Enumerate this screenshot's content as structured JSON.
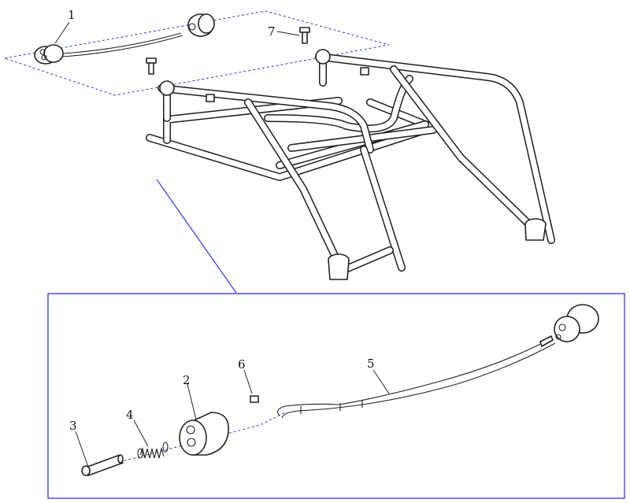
{
  "diagram": {
    "callouts": [
      {
        "id": "1",
        "text": "1"
      },
      {
        "id": "2",
        "text": "2"
      },
      {
        "id": "3",
        "text": "3"
      },
      {
        "id": "4",
        "text": "4"
      },
      {
        "id": "5",
        "text": "5"
      },
      {
        "id": "6",
        "text": "6"
      },
      {
        "id": "7",
        "text": "7"
      }
    ],
    "colors": {
      "line": "#222222",
      "detail_box": "#2b3bd6",
      "background": "#ffffff"
    }
  }
}
